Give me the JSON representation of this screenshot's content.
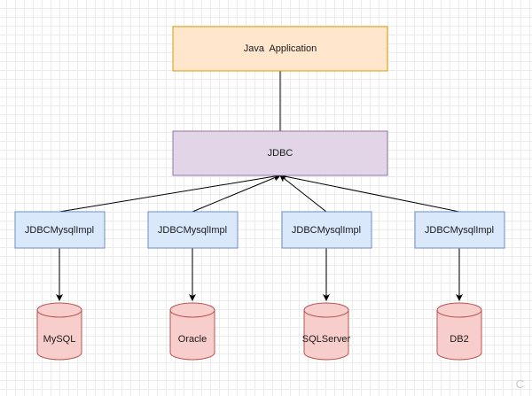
{
  "colors": {
    "app_fill": "#ffe6cc",
    "app_stroke": "#d79b00",
    "jdbc_fill": "#e1d5e7",
    "jdbc_stroke": "#9673a6",
    "impl_fill": "#dae8fc",
    "impl_stroke": "#6c8ebf",
    "db_fill": "#f8cecc",
    "db_stroke": "#b85450",
    "edge": "#000000"
  },
  "nodes": {
    "app": {
      "label": "Java  Application"
    },
    "jdbc": {
      "label": "JDBC"
    },
    "impls": [
      {
        "label": "JDBCMysqlImpl"
      },
      {
        "label": "JDBCMysqlImpl"
      },
      {
        "label": "JDBCMysqlImpl"
      },
      {
        "label": "JDBCMysqlImpl"
      }
    ],
    "databases": [
      {
        "label": "MySQL"
      },
      {
        "label": "Oracle"
      },
      {
        "label": "SQLServer"
      },
      {
        "label": "DB2"
      }
    ]
  },
  "edges": [
    {
      "from": "app",
      "to": "jdbc",
      "arrow": "none"
    },
    {
      "from": "impls.0",
      "to": "jdbc",
      "arrow": "target"
    },
    {
      "from": "impls.1",
      "to": "jdbc",
      "arrow": "target"
    },
    {
      "from": "impls.2",
      "to": "jdbc",
      "arrow": "target"
    },
    {
      "from": "impls.3",
      "to": "jdbc",
      "arrow": "target"
    },
    {
      "from": "impls.0",
      "to": "databases.0",
      "arrow": "target"
    },
    {
      "from": "impls.1",
      "to": "databases.1",
      "arrow": "target"
    },
    {
      "from": "impls.2",
      "to": "databases.2",
      "arrow": "target"
    },
    {
      "from": "impls.3",
      "to": "databases.3",
      "arrow": "target"
    }
  ],
  "watermark": "C"
}
